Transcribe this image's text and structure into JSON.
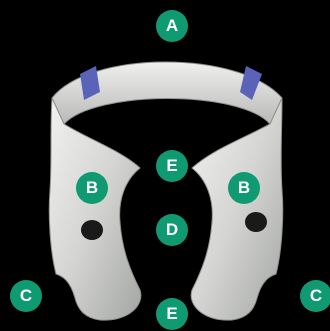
{
  "markers": {
    "a": "A",
    "b": "B",
    "c": "C",
    "d": "D",
    "e": "E"
  },
  "bow_engraving": "",
  "colors": {
    "background": "#000000",
    "marker_fill": "#0f9a72",
    "marker_text": "#ffffff",
    "metal": "#d9dad8",
    "metal_shadow": "#9fa19f",
    "bow_band": "#5b63b8"
  }
}
